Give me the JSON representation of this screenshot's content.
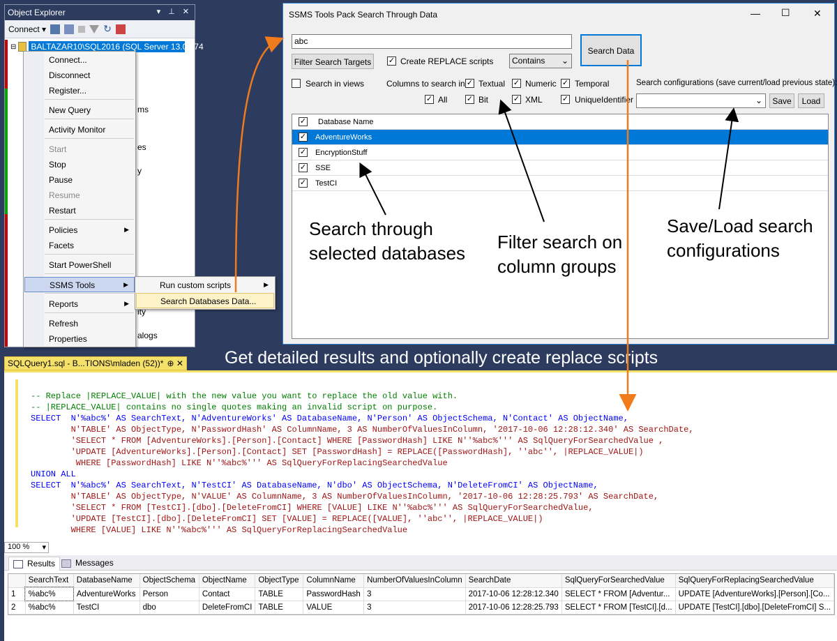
{
  "object_explorer": {
    "title": "Object Explorer",
    "pin_controls": "▾ ⊥ ✕",
    "connect_label": "Connect",
    "server_node": "BALTAZAR10\\SQL2016 (SQL Server 13.0.174",
    "tree_fragments": [
      "ms",
      "es",
      "y",
      "ity",
      "alogs"
    ]
  },
  "context_menu": {
    "items": [
      {
        "label": "Connect..."
      },
      {
        "label": "Disconnect"
      },
      {
        "label": "Register..."
      },
      {
        "label": "New Query"
      },
      {
        "label": "Activity Monitor"
      },
      {
        "label": "Start"
      },
      {
        "label": "Stop"
      },
      {
        "label": "Pause"
      },
      {
        "label": "Resume"
      },
      {
        "label": "Restart"
      },
      {
        "label": "Policies"
      },
      {
        "label": "Facets"
      },
      {
        "label": "Start PowerShell"
      },
      {
        "label": "SSMS Tools"
      },
      {
        "label": "Reports"
      },
      {
        "label": "Refresh"
      },
      {
        "label": "Properties"
      }
    ]
  },
  "ssms_tools_submenu": {
    "run_custom_scripts": "Run custom scripts",
    "search_databases_data": "Search Databases Data..."
  },
  "dialog": {
    "title": "SSMS Tools Pack Search Through Data",
    "search_text": "abc",
    "search_button": "Search Data",
    "filter_targets_button": "Filter Search Targets",
    "create_replace_label": "Create REPLACE scripts",
    "match_mode": "Contains",
    "search_in_views_label": "Search in views",
    "columns_label": "Columns to search in:",
    "column_groups": {
      "textual": "Textual",
      "numeric": "Numeric",
      "temporal": "Temporal",
      "all": "All",
      "bit": "Bit",
      "xml": "XML",
      "uniqueidentifier": "UniqueIdentifier"
    },
    "config_label": "Search configurations (save current/load previous state):",
    "config_value": "",
    "save_button": "Save",
    "load_button": "Load",
    "grid_header": "Database Name",
    "databases": [
      "AdventureWorks",
      "EncryptionStuff",
      "SSE",
      "TestCI"
    ]
  },
  "annotations": {
    "search_dbs": [
      "Search through",
      "selected databases"
    ],
    "filter_groups": [
      "Filter search on",
      "column groups"
    ],
    "save_load": [
      "Save/Load search",
      "configurations"
    ],
    "banner": "Get detailed results and optionally create replace scripts"
  },
  "editor": {
    "tab_label": "SQLQuery1.sql - B...TIONS\\mladen (52))*",
    "tab_controls": "⊕ ✕",
    "zoom": "100 %",
    "code_lines": [
      "-- Replace |REPLACE_VALUE| with the new value you want to replace the old value with.",
      "-- |REPLACE_VALUE| contains no single quotes making an invalid script on purpose.",
      "SELECT  N'%abc%' AS SearchText, N'AdventureWorks' AS DatabaseName, N'Person' AS ObjectSchema, N'Contact' AS ObjectName,",
      "        N'TABLE' AS ObjectType, N'PasswordHash' AS ColumnName, 3 AS NumberOfValuesInColumn, '2017-10-06 12:28:12.340' AS SearchDate,",
      "        'SELECT * FROM [AdventureWorks].[Person].[Contact] WHERE [PasswordHash] LIKE N''%abc%''' AS SqlQueryForSearchedValue ,",
      "        'UPDATE [AdventureWorks].[Person].[Contact] SET [PasswordHash] = REPLACE([PasswordHash], ''abc'', |REPLACE_VALUE|)",
      "         WHERE [PasswordHash] LIKE N''%abc%''' AS SqlQueryForReplacingSearchedValue",
      "UNION ALL",
      "SELECT  N'%abc%' AS SearchText, N'TestCI' AS DatabaseName, N'dbo' AS ObjectSchema, N'DeleteFromCI' AS ObjectName,",
      "        N'TABLE' AS ObjectType, N'VALUE' AS ColumnName, 3 AS NumberOfValuesInColumn, '2017-10-06 12:28:25.793' AS SearchDate,",
      "        'SELECT * FROM [TestCI].[dbo].[DeleteFromCI] WHERE [VALUE] LIKE N''%abc%''' AS SqlQueryForSearchedValue,",
      "        'UPDATE [TestCI].[dbo].[DeleteFromCI] SET [VALUE] = REPLACE([VALUE], ''abc'', |REPLACE_VALUE|)",
      "        WHERE [VALUE] LIKE N''%abc%''' AS SqlQueryForReplacingSearchedValue"
    ],
    "results_tab": "Results",
    "messages_tab": "Messages",
    "columns": [
      "",
      "SearchText",
      "DatabaseName",
      "ObjectSchema",
      "ObjectName",
      "ObjectType",
      "ColumnName",
      "NumberOfValuesInColumn",
      "SearchDate",
      "SqlQueryForSearchedValue",
      "SqlQueryForReplacingSearchedValue"
    ],
    "rows": [
      [
        "1",
        "%abc%",
        "AdventureWorks",
        "Person",
        "Contact",
        "TABLE",
        "PasswordHash",
        "3",
        "2017-10-06 12:28:12.340",
        "SELECT * FROM [Adventur...",
        "UPDATE [AdventureWorks].[Person].[Co..."
      ],
      [
        "2",
        "%abc%",
        "TestCI",
        "dbo",
        "DeleteFromCI",
        "TABLE",
        "VALUE",
        "3",
        "2017-10-06 12:28:25.793",
        "SELECT * FROM [TestCI].[d...",
        "UPDATE [TestCI].[dbo].[DeleteFromCI] S..."
      ]
    ]
  },
  "colors": {
    "accent": "#0078d7",
    "callout": "#f07b1d",
    "frame": "#2d3b5f",
    "tab": "#f5e06a"
  }
}
